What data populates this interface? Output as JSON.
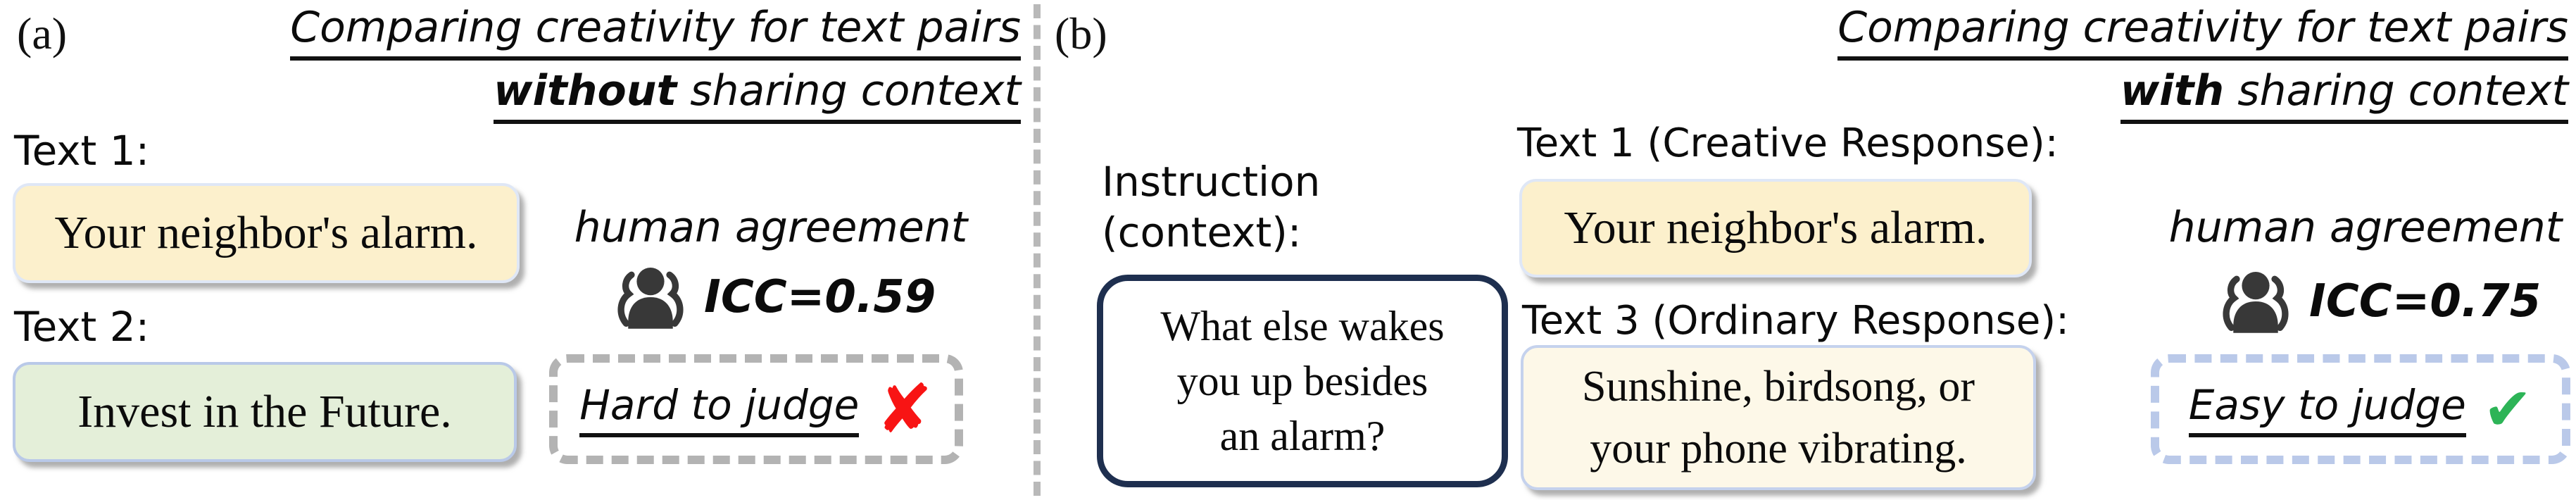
{
  "panel_a": {
    "label": "(a)",
    "title": {
      "line1": "Comparing creativity for text pairs",
      "line2_bold": "without",
      "line2_rest": " sharing context"
    },
    "text1_label": "Text 1:",
    "text1_value": "Your neighbor's alarm.",
    "text2_label": "Text 2:",
    "text2_value": "Invest in the Future.",
    "agreement_label": "human agreement",
    "icc_value": "ICC=0.59",
    "verdict_text": "Hard to judge",
    "verdict_icon": "✘"
  },
  "panel_b": {
    "label": "(b)",
    "title": {
      "line1": "Comparing creativity for text pairs",
      "line2_bold": "with",
      "line2_rest": " sharing context"
    },
    "instruction_label_lines": [
      "Instruction",
      "(context):"
    ],
    "instruction_lines": [
      "What else wakes",
      "you up besides",
      "an alarm?"
    ],
    "text1_label": "Text 1 (Creative Response):",
    "text1_value": "Your neighbor's alarm.",
    "text3_label": "Text 3 (Ordinary Response):",
    "text3_value_lines": [
      "Sunshine, birdsong, or",
      "your phone vibrating."
    ],
    "agreement_label": "human agreement",
    "icc_value": "ICC=0.75",
    "verdict_text": "Easy to judge",
    "verdict_icon": "✔"
  },
  "colors": {
    "creative_box_bg": "#fcf0cc",
    "alternative_box_bg": "#e4efd9",
    "ordinary_box_bg": "#fdf8e8",
    "instruction_border": "#1e2f4f",
    "hard_dash": "#b3b3b3",
    "easy_dash": "#bac9e9",
    "cross_red": "#f81414",
    "check_green": "#2db457"
  }
}
